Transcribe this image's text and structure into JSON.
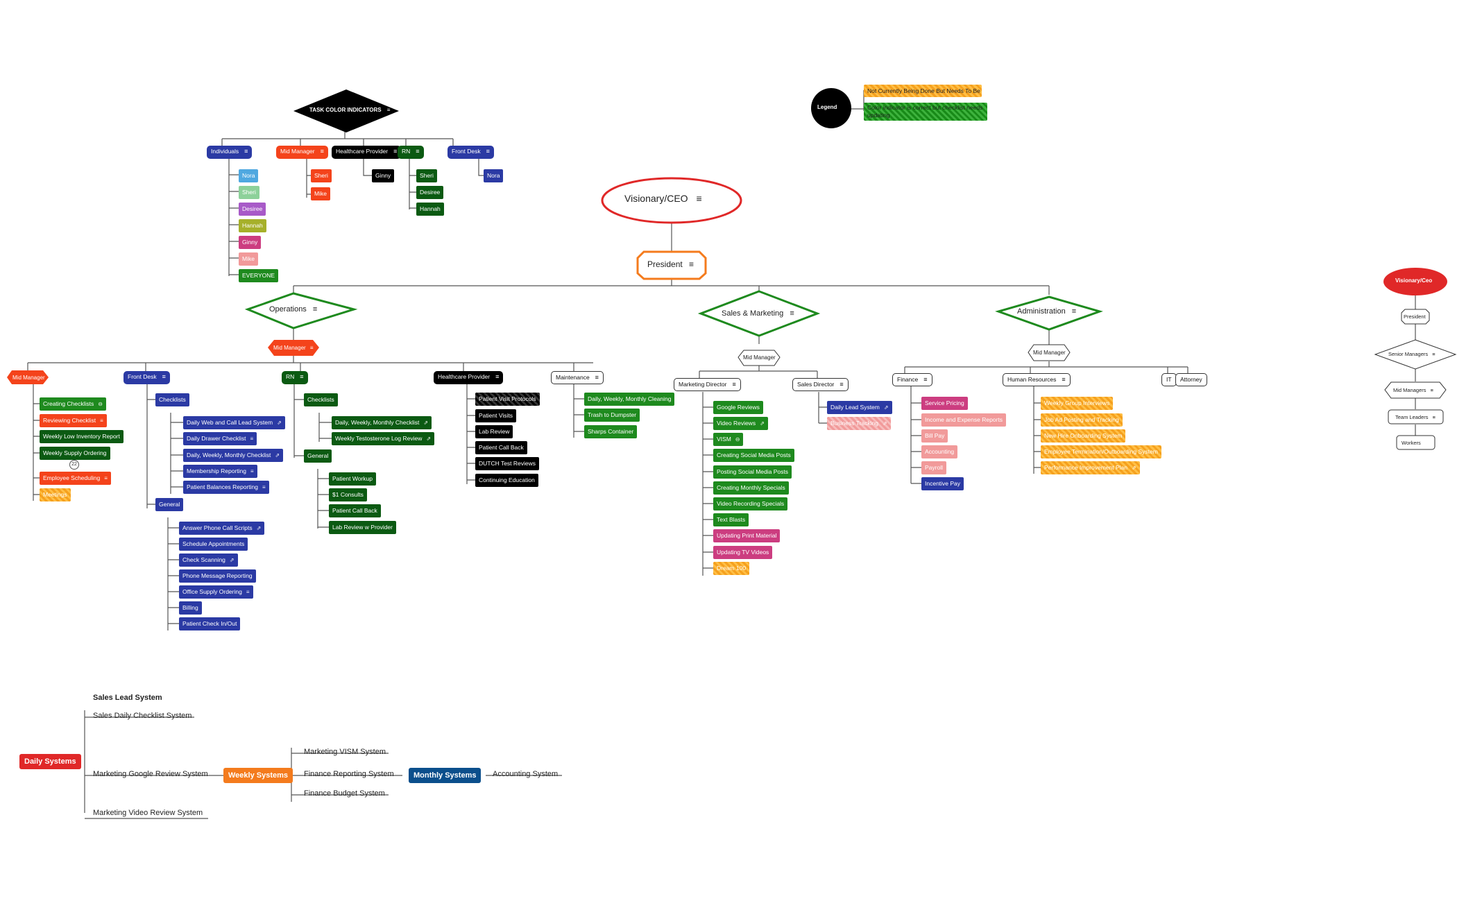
{
  "colors": {
    "individuals": "#2b3aa4",
    "mid_manager": "#f4431b",
    "healthcare": "#000000",
    "rn": "#0b5a12",
    "front_desk": "#2b3aa4",
    "green": "#1e8a1e",
    "pink": "#cc3d80",
    "light_pink": "#f19a9a",
    "orange": "#f5a01e",
    "ceo_red": "#e02828",
    "president_orange": "#f47b1d",
    "diamond_green": "#1e8a1e",
    "monthly_blue": "#0b4f8c"
  },
  "indicators": {
    "title": "TASK COLOR INDICATORS",
    "individuals": {
      "label": "Individuals",
      "items": [
        "Nora",
        "Sheri",
        "Desiree",
        "Hannah",
        "Ginny",
        "Mike",
        "EVERYONE"
      ]
    },
    "mid_manager": {
      "label": "Mid Manager",
      "items": [
        "Sheri",
        "Mike"
      ]
    },
    "healthcare": {
      "label": "Healthcare Provider",
      "items": [
        "Ginny"
      ]
    },
    "rn": {
      "label": "RN",
      "items": [
        "Sheri",
        "Desiree",
        "Hannah"
      ]
    },
    "front_desk": {
      "label": "Front Desk",
      "items": [
        "Nora"
      ]
    }
  },
  "legend": {
    "title": "Legend",
    "item1": "Not Currently Being Done But Needs To Be",
    "item2": "Color indicator is correct but checklist needs updating"
  },
  "ceo": "Visionary/CEO",
  "president": "President",
  "operations": {
    "label": "Operations",
    "mid_manager": "Mid Manager",
    "mid_manager_col": {
      "label": "Mid Manager",
      "items": [
        "Creating Checklists",
        "Reviewing Checklist",
        "Weekly Low Inventory Report",
        "Weekly Supply Ordering",
        "Employee Scheduling",
        "Meetings"
      ],
      "badge": "22"
    },
    "front_desk": {
      "label": "Front Desk",
      "checklists_label": "Checklists",
      "checklists": [
        "Daily Web and Call Lead System",
        "Daily Drawer Checklist",
        "Daily, Weekly, Monthly Checklist",
        "Membership Reporting",
        "Patient Balances Reporting"
      ],
      "general_label": "General",
      "general": [
        "Answer Phone Call Scripts",
        "Schedule Appointments",
        "Check Scanning",
        "Phone Message Reporting",
        "Office Supply Ordering",
        "Billing",
        "Patient Check In/Out"
      ]
    },
    "rn": {
      "label": "RN",
      "checklists_label": "Checklists",
      "checklists": [
        "Daily, Weekly, Monthly Checklist",
        "Weekly Testosterone Log Review"
      ],
      "general_label": "General",
      "general": [
        "Patient Workup",
        "$1 Consults",
        "Patient Call Back",
        "Lab Review w Provider"
      ]
    },
    "healthcare": {
      "label": "Healthcare Provider",
      "items": [
        "Patient Visit Protocols",
        "Patient Visits",
        "Lab Review",
        "Patient Call Back",
        "DUTCH Test Reviews",
        "Continuing Education"
      ]
    },
    "maintenance": {
      "label": "Maintenance",
      "items": [
        "Daily, Weekly, Monthly Cleaning",
        "Trash to Dumpster",
        "Sharps Container"
      ]
    }
  },
  "sales": {
    "label": "Sales & Marketing",
    "mid_manager": "Mid Manager",
    "marketing_director": {
      "label": "Marketing Director",
      "items": [
        "Google Reviews",
        "Video Reviews",
        "VISM",
        "Creating Social Media Posts",
        "Posting Social Media Posts",
        "Creating Monthly Specials",
        "Video Recording Specials",
        "Text Blasts",
        "Updating Print Material",
        "Updating TV Videos",
        "Dream 100"
      ]
    },
    "sales_director": {
      "label": "Sales Director",
      "items": [
        "Daily Lead System",
        "Business Tracking"
      ]
    }
  },
  "admin": {
    "label": "Administration",
    "mid_manager": "Mid Manager",
    "finance": {
      "label": "Finance",
      "items": [
        "Service Pricing",
        "Income and Expense Reports",
        "Bill Pay",
        "Accounting",
        "Payroll",
        "Incentive Pay"
      ]
    },
    "hr": {
      "label": "Human Resources",
      "items": [
        "Weekly Group Interviews",
        "Job Ad Posting and Tracking",
        "New Hire Onboarding System",
        "Employee Termination/Outboarding System",
        "Performance Improvement Plan"
      ]
    },
    "it": "IT",
    "attorney": "Attorney"
  },
  "mini": [
    "Visionary/Ceo",
    "President",
    "Senior Managers",
    "Mid Managers",
    "Team Leaders",
    "Workers"
  ],
  "systems": {
    "daily": "Daily Systems",
    "weekly": "Weekly Systems",
    "monthly": "Monthly Systems",
    "sales_lead": "Sales Lead System",
    "sales_daily": "Sales Daily Checklist System",
    "google": "Marketing Google Review System",
    "video": "Marketing Video Review System",
    "vism": "Marketing VISM System",
    "finance_rep": "Finance Reporting System",
    "finance_budget": "Finance Budget System",
    "accounting": "Accounting System"
  }
}
